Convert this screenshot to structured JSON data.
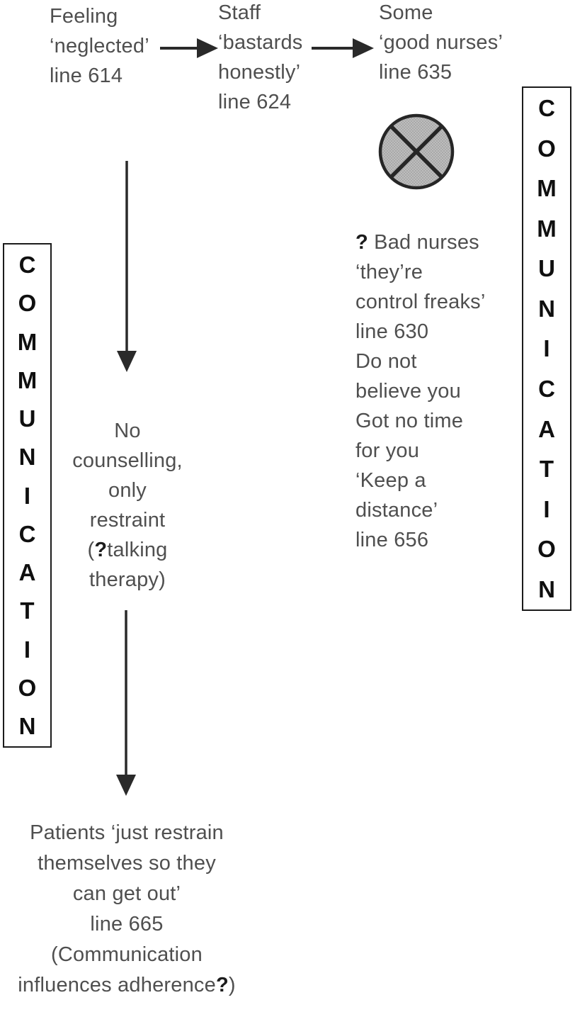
{
  "figure": {
    "background_color": "#ffffff",
    "text_color": "#4f4f4f",
    "line_color": "#2a2a2a",
    "circle_fill_color": "#b5b5b5"
  },
  "nodes": {
    "feeling": {
      "lines": [
        "Feeling",
        "‘neglected’",
        "line 614"
      ]
    },
    "staff": {
      "lines": [
        "Staff",
        "‘bastards",
        "honestly’",
        "line 624"
      ]
    },
    "good_nurses": {
      "lines": [
        "Some",
        "‘good nurses’",
        "line 635"
      ]
    },
    "bad_nurses": {
      "q": "?",
      "first_line_rest": " Bad nurses",
      "lines": [
        "‘they’re",
        "control freaks’",
        "line 630",
        "Do not",
        "believe you",
        "Got no time",
        "for you",
        "‘Keep a",
        "distance’",
        "line 656"
      ]
    },
    "no_counselling": {
      "lines": [
        "No",
        "counselling,",
        "only",
        "restraint"
      ],
      "paren_line": {
        "open": "(",
        "q": "?",
        "rest": "talking"
      },
      "last_line": "therapy)"
    },
    "patients": {
      "lines": [
        "Patients ‘just restrain",
        "themselves so they",
        "can get out’",
        "line 665",
        "(Communication"
      ],
      "last_line": {
        "text": "influences adherence",
        "q": "?",
        "close": ")"
      }
    }
  },
  "side_labels": {
    "left": "COMMUNICATION",
    "right": "COMMUNICATION"
  },
  "icons": {
    "crossed_circle": "no-communication-symbol"
  }
}
